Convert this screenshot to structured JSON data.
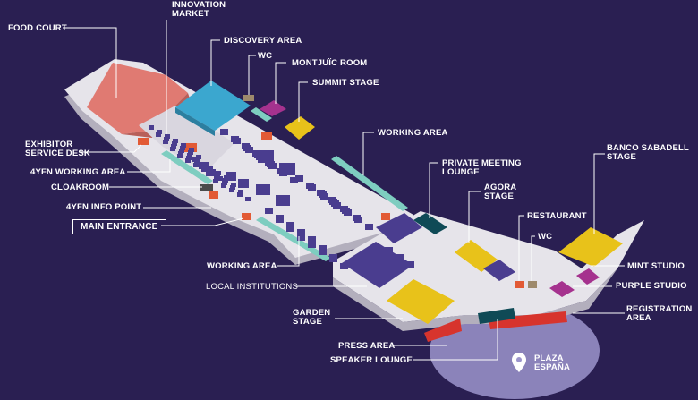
{
  "labels": {
    "food_court": "FOOD COURT",
    "innovation_market": "INNOVATION\nMARKET",
    "discovery_area": "DISCOVERY AREA",
    "wc_top": "WC",
    "montjuic_room": "MONTJUÏC ROOM",
    "summit_stage": "SUMMIT STAGE",
    "exhibitor_service_desk": "EXHIBITOR\nSERVICE DESK",
    "working_area_4yfn": "4YFN WORKING AREA",
    "cloakroom": "CLOAKROOM",
    "info_point": "4YFN INFO POINT",
    "main_entrance": "MAIN ENTRANCE",
    "working_area_top": "WORKING AREA",
    "private_meeting_lounge": "PRIVATE MEETING\nLOUNGE",
    "agora_stage": "AGORA\nSTAGE",
    "banco_sabadell_stage": "BANCO SABADELL\nSTAGE",
    "restaurant": "RESTAURANT",
    "wc_right": "WC",
    "mint_studio": "MINT STUDIO",
    "purple_studio": "PURPLE STUDIO",
    "registration_area": "REGISTRATION\nAREA",
    "working_area_bottom": "WORKING AREA",
    "local_institutions": "LOCAL INSTITUTIONS",
    "garden_stage": "GARDEN\nSTAGE",
    "press_area": "PRESS AREA",
    "speaker_lounge": "SPEAKER LOUNGE",
    "plaza_espana": "PLAZA\nESPAÑA"
  },
  "colors": {
    "background": "#2a1f52",
    "floor": "#e6e4ea",
    "food_court": "#e07a72",
    "discovery_area": "#3ba7cf",
    "stage_yellow": "#e8c21a",
    "booth_purple": "#4a3d8f",
    "accent_orange": "#e25a35",
    "working_teal": "#7ecdc0",
    "studio_magenta": "#a5328e",
    "press_red": "#d7342d",
    "plaza_lavender": "#9c95cc"
  }
}
